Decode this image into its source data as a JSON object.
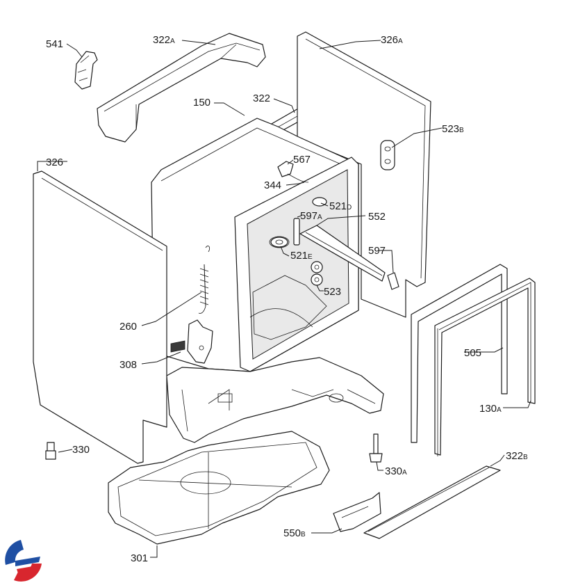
{
  "diagram": {
    "callouts": [
      {
        "id": "541",
        "num": "541",
        "suffix": ""
      },
      {
        "id": "322A",
        "num": "322",
        "suffix": "A"
      },
      {
        "id": "326A",
        "num": "326",
        "suffix": "A"
      },
      {
        "id": "150",
        "num": "150",
        "suffix": ""
      },
      {
        "id": "322",
        "num": "322",
        "suffix": ""
      },
      {
        "id": "523B",
        "num": "523",
        "suffix": "B"
      },
      {
        "id": "326",
        "num": "326",
        "suffix": ""
      },
      {
        "id": "567",
        "num": "567",
        "suffix": ""
      },
      {
        "id": "344",
        "num": "344",
        "suffix": ""
      },
      {
        "id": "521D",
        "num": "521",
        "suffix": "D"
      },
      {
        "id": "597A",
        "num": "597",
        "suffix": "A"
      },
      {
        "id": "552",
        "num": "552",
        "suffix": ""
      },
      {
        "id": "521E",
        "num": "521",
        "suffix": "E"
      },
      {
        "id": "597",
        "num": "597",
        "suffix": ""
      },
      {
        "id": "523",
        "num": "523",
        "suffix": ""
      },
      {
        "id": "260",
        "num": "260",
        "suffix": ""
      },
      {
        "id": "505",
        "num": "505",
        "suffix": ""
      },
      {
        "id": "308",
        "num": "308",
        "suffix": ""
      },
      {
        "id": "130A",
        "num": "130",
        "suffix": "A"
      },
      {
        "id": "330",
        "num": "330",
        "suffix": ""
      },
      {
        "id": "322B",
        "num": "322",
        "suffix": "B"
      },
      {
        "id": "330A",
        "num": "330",
        "suffix": "A"
      },
      {
        "id": "550B",
        "num": "550",
        "suffix": "B"
      },
      {
        "id": "301",
        "num": "301",
        "suffix": ""
      }
    ],
    "logo": {
      "colors": [
        "#1f4fa3",
        "#d8262e"
      ]
    }
  }
}
